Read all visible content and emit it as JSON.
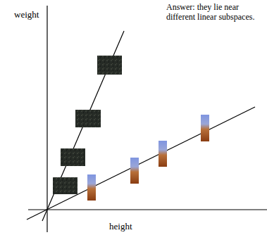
{
  "diagram": {
    "labels": [
      "weight",
      "height",
      "Answer: they lie near different linear subspaces."
    ]
  }
}
